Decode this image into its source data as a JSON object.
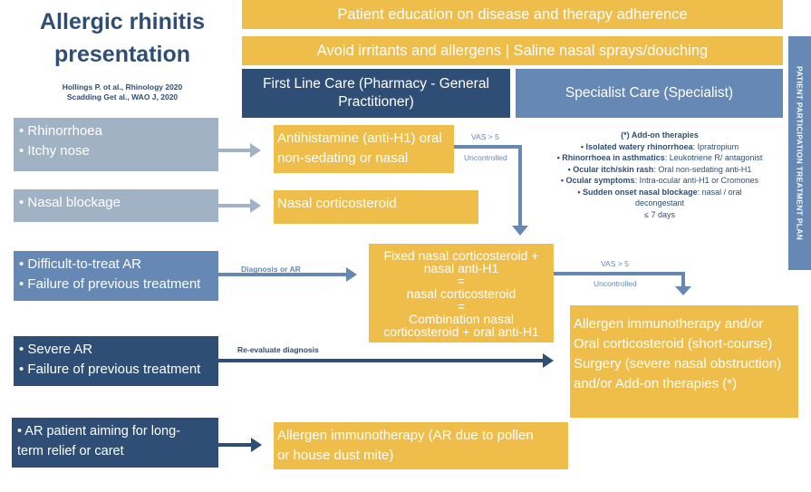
{
  "title": {
    "line1": "Allergic rhinitis",
    "line2": "presentation"
  },
  "references": [
    "Hollings P. ot al., Rhinology 2020",
    "Scadding Get al., WAO J, 2020"
  ],
  "banners": {
    "education": "Patient education on disease and therapy adherence",
    "avoid": "Avoid irritants and allergens | Saline nasal sprays/douching"
  },
  "care_levels": {
    "first_line": "First Line Care (Pharmacy - General Practitioner)",
    "specialist": "Specialist Care (Specialist)"
  },
  "side_label": "PATIENT PARTICIPATION TREATMENT PLAN",
  "presentations": [
    {
      "lines": [
        "• Rhinorrhoea",
        "• Itchy nose"
      ]
    },
    {
      "lines": [
        "• Nasal blockage"
      ]
    },
    {
      "lines": [
        "• Difficult-to-treat AR",
        "• Failure of previous treatment"
      ]
    },
    {
      "lines": [
        "• Severe AR",
        "• Failure of previous treatment"
      ]
    },
    {
      "lines": [
        "• AR patient aiming for long-",
        "term relief or caret"
      ]
    }
  ],
  "treatments": {
    "antihistamine": [
      "Antihistamine (anti-H1) oral",
      "non-sedating or nasal"
    ],
    "nasal_corticosteroid": "Nasal corticosteroid",
    "fixed_combo": [
      "Fixed nasal corticosteroid +",
      "nasal anti-H1",
      "=",
      "nasal corticosteroid",
      "=",
      "Combination nasal",
      "corticosteroid + oral anti-H1"
    ],
    "specialist_options": [
      "Allergen immunotherapy and/or",
      "Oral corticosteroid (short-course)",
      "Surgery (severe nasal obstruction)",
      "and/or Add-on therapies (*)"
    ],
    "immunotherapy": [
      "Allergen immunotherapy (AR due to pollen",
      "or house dust mite)"
    ]
  },
  "arrow_labels": {
    "vas1": "VAS > 5",
    "uncontrolled1": "Uncontrolled",
    "diagnosis": "Diagnosis or AR",
    "vas2": "VAS > 5",
    "uncontrolled2": "Uncontrolled",
    "reevaluate": "Re-evaluate diagnosis"
  },
  "addon": {
    "heading": "(*) Add-on therapies",
    "items": [
      {
        "bold": "• Isolated watery rhinorrhoea",
        "text": ": Ipratropium"
      },
      {
        "bold": "• Rhinorrhoea in asthmatics",
        "text": ": Leukotriene R/ antagonist"
      },
      {
        "bold": "• Ocular itch/skin rash",
        "text": ": Oral non-sedating anti-H1"
      },
      {
        "bold": "• Ocular symptoms",
        "text": ": Intra-ocular anti-H1 or Cromones"
      },
      {
        "bold": "• Sudden onset nasal blockage",
        "text": ": nasal / oral decongestant"
      }
    ],
    "duration": "≤ 7 days"
  },
  "colors": {
    "yellow": "#efbd4a",
    "navy": "#2e4e75",
    "blue": "#6588b4",
    "grey_blue": "#a1b2c4"
  }
}
